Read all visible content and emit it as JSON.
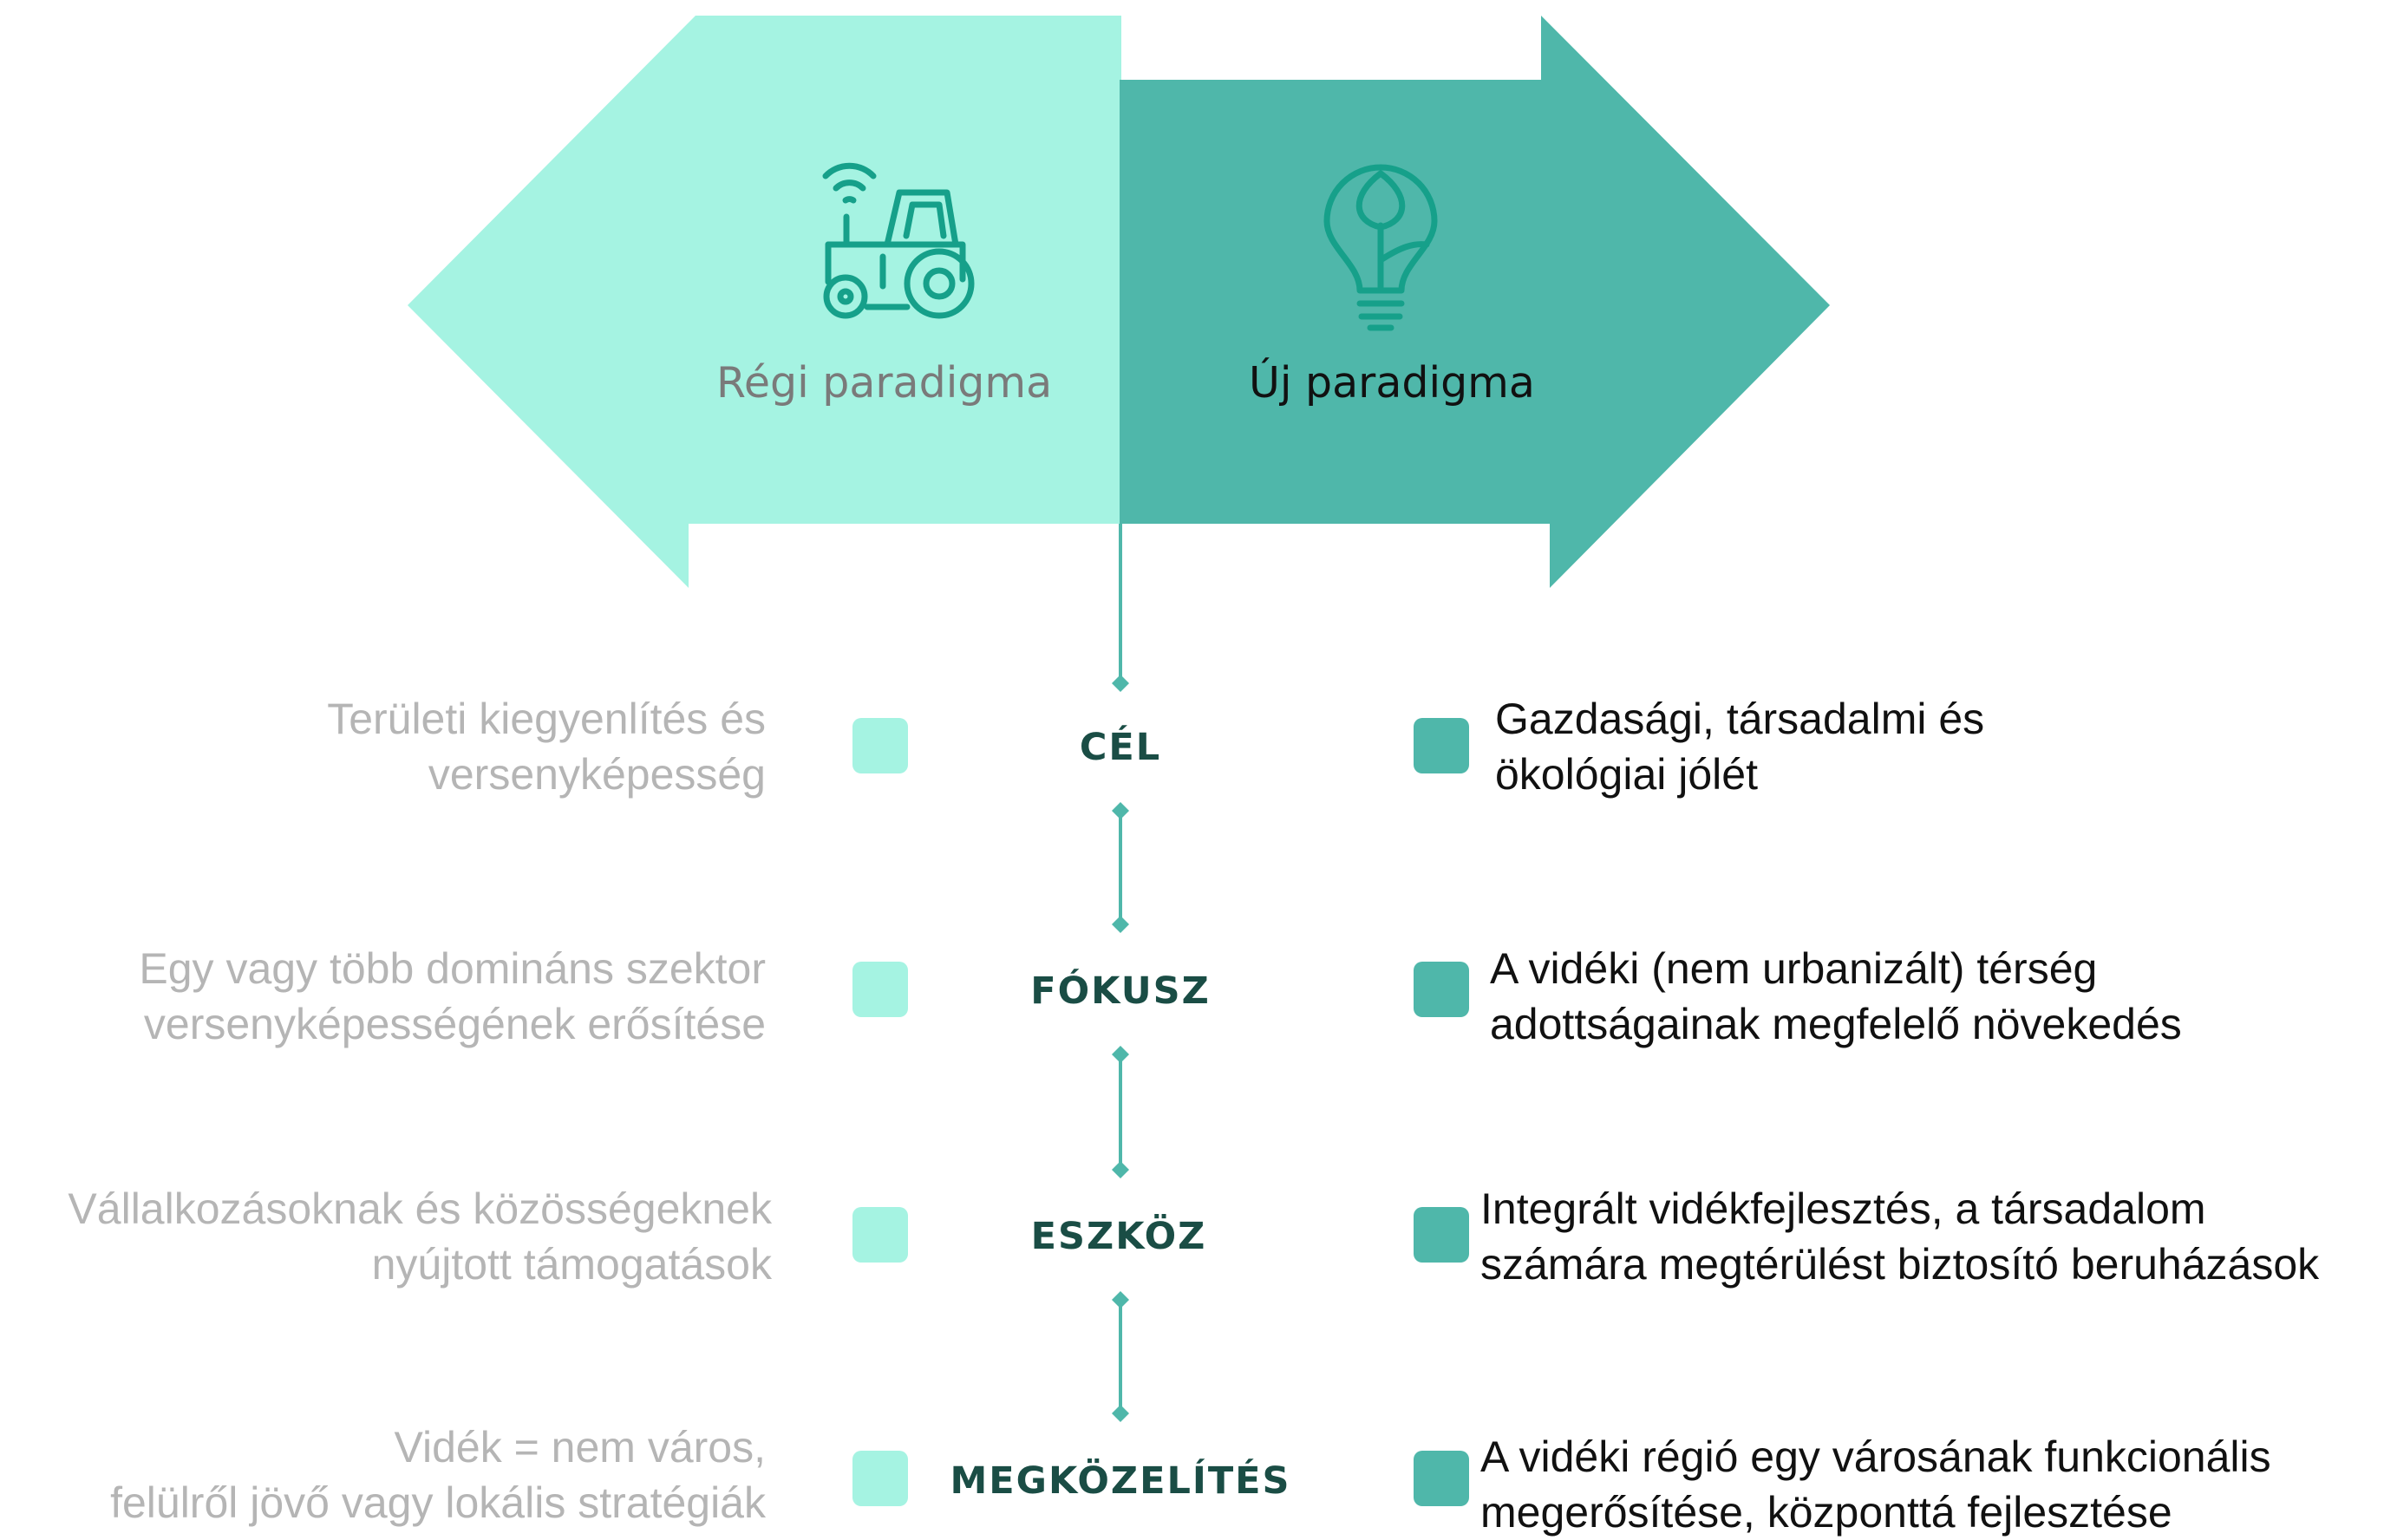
{
  "colors": {
    "old_paradigm": "#a5f3e2",
    "new_paradigm": "#4fb7aa",
    "icon_stroke": "#16a08a",
    "old_text": "#b5b5b5",
    "new_text": "#111111",
    "category_text": "#1a4d45",
    "connector": "#4fb7aa"
  },
  "header": {
    "old": {
      "label": "Régi paradigma",
      "icon": "smart-tractor-icon"
    },
    "new": {
      "label": "Új paradigma",
      "icon": "eco-lightbulb-icon"
    }
  },
  "rows": [
    {
      "category": "CÉL",
      "old": [
        "Területi kiegyenlítés és",
        "versenyképesség"
      ],
      "new": [
        "Gazdasági, társadalmi és",
        "ökológiai jólét"
      ]
    },
    {
      "category": "FÓKUSZ",
      "old": [
        "Egy vagy több domináns szektor",
        "versenyképességének erősítése"
      ],
      "new": [
        "A vidéki (nem urbanizált) térség",
        "adottságainak megfelelő növekedés"
      ]
    },
    {
      "category": "ESZKÖZ",
      "old": [
        "Vállalkozásoknak és közösségeknek",
        "nyújtott támogatások"
      ],
      "new": [
        "Integrált vidékfejlesztés, a társadalom",
        "számára megtérülést biztosító beruházások"
      ]
    },
    {
      "category": "MEGKÖZELÍTÉS",
      "old": [
        "Vidék = nem város,",
        "felülről jövő vagy lokális stratégiák"
      ],
      "new": [
        "A vidéki régió egy városának funkcionális",
        "megerősítése, központtá fejlesztése"
      ]
    }
  ]
}
